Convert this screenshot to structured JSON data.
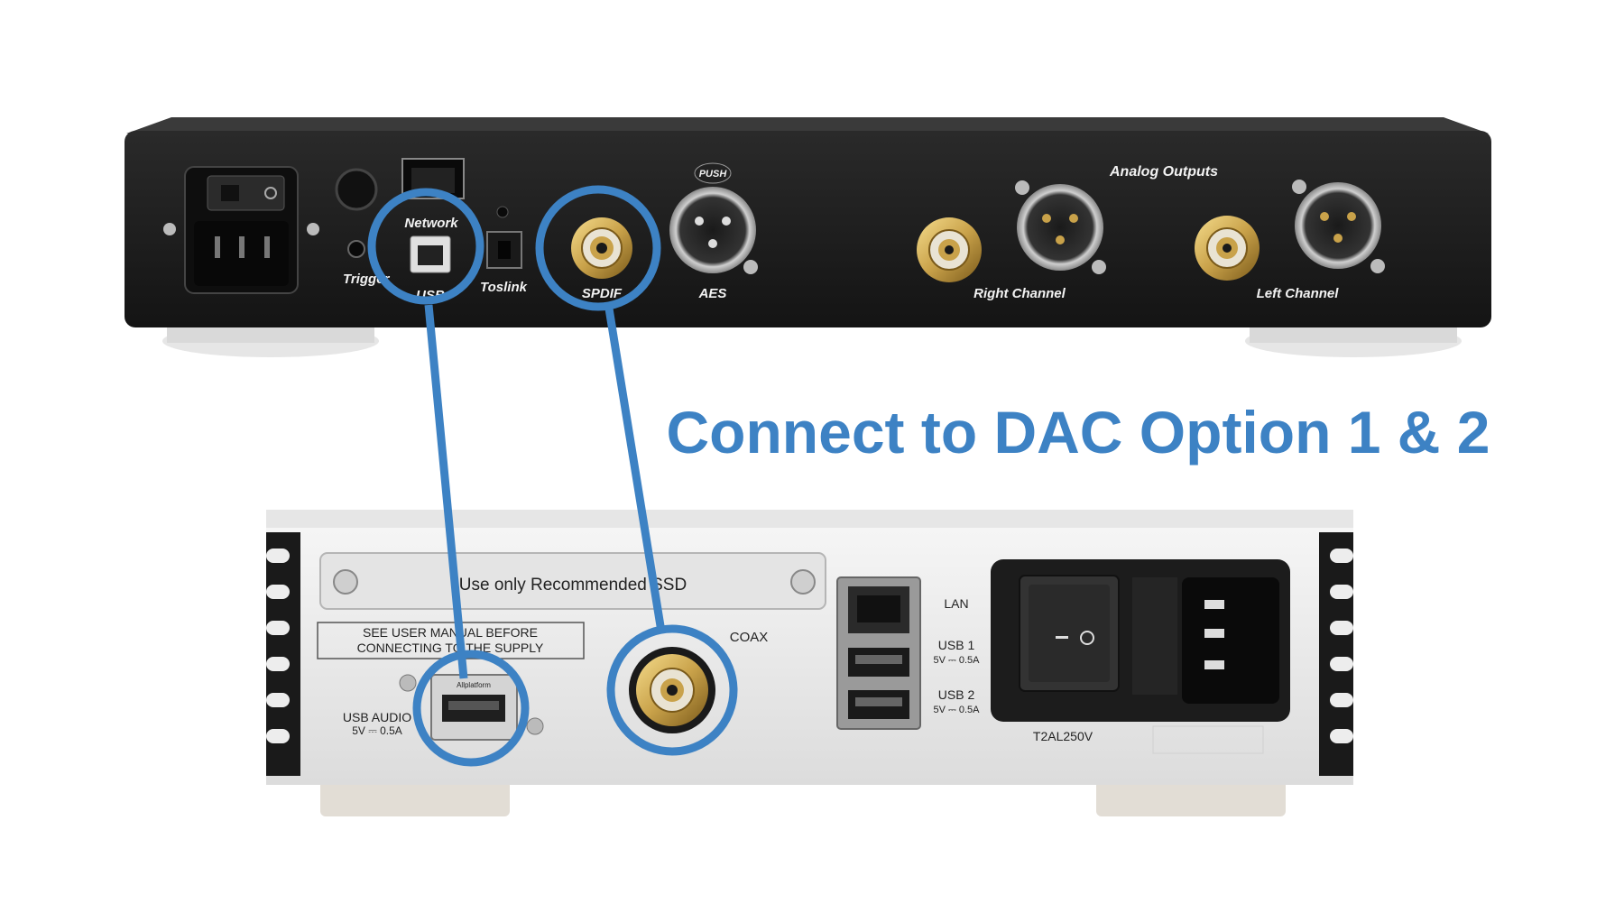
{
  "headline": "Connect to DAC Option 1 & 2",
  "colors": {
    "highlight": "#3d82c4",
    "top_unit_body": "#1c1c1c",
    "bottom_unit_body": "#ececec",
    "gold": "#c9a24a"
  },
  "top_unit": {
    "labels": {
      "analog_outputs": "Analog Outputs",
      "network": "Network",
      "trigger": "Trigger",
      "usb": "USB",
      "toslink": "Toslink",
      "spdif": "SPDIF",
      "aes": "AES",
      "push": "PUSH",
      "right_channel": "Right Channel",
      "left_channel": "Left Channel"
    }
  },
  "bottom_unit": {
    "labels": {
      "ssd_note": "Use only Recommended SSD",
      "warning_line1": "SEE USER MANUAL BEFORE",
      "warning_line2": "CONNECTING TO THE SUPPLY",
      "usb_audio": "USB AUDIO",
      "usb_audio_rating": "5V ⎓ 0.5A",
      "usb_port_text": "Allplatform",
      "coax": "COAX",
      "lan": "LAN",
      "usb1": "USB 1",
      "usb1_rating": "5V ⎓ 0.5A",
      "usb2": "USB 2",
      "usb2_rating": "5V ⎓ 0.5A",
      "fuse": "T2AL250V"
    }
  },
  "connections": [
    {
      "from": "USB",
      "to": "USB AUDIO"
    },
    {
      "from": "SPDIF",
      "to": "COAX"
    }
  ]
}
